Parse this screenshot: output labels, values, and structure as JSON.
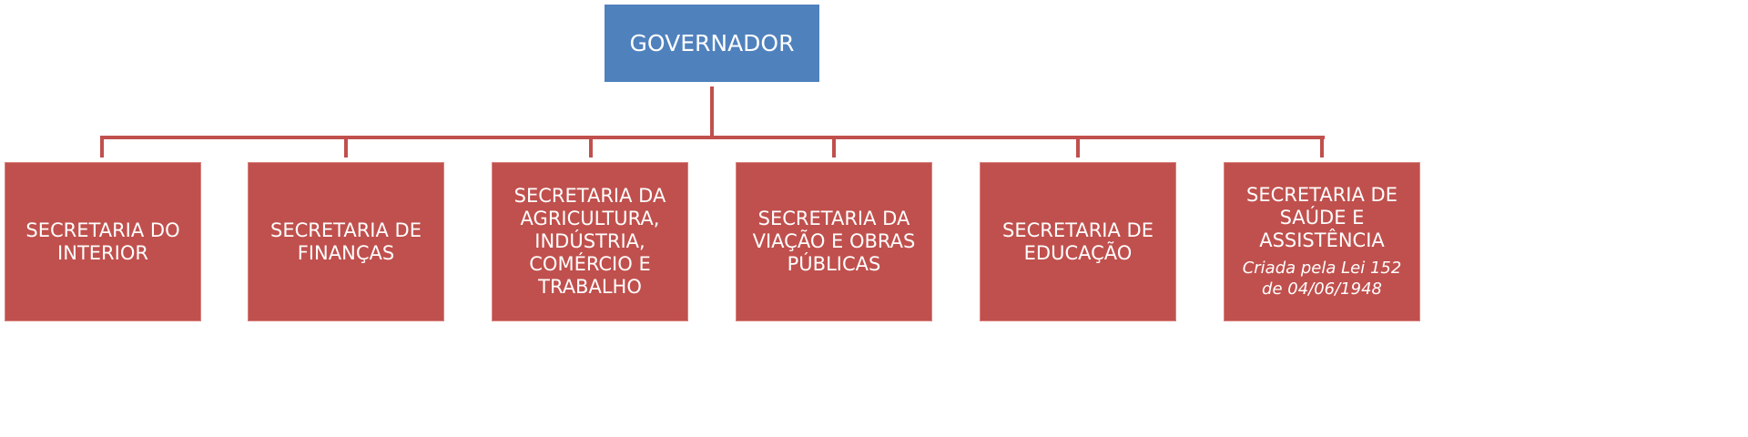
{
  "root": {
    "label": "GOVERNADOR"
  },
  "children": [
    {
      "label": "SECRETARIA DO INTERIOR"
    },
    {
      "label": "SECRETARIA DE FINANÇAS"
    },
    {
      "label": "SECRETARIA DA AGRICULTURA, INDÚSTRIA, COMÉRCIO E TRABALHO"
    },
    {
      "label": "SECRETARIA DA VIAÇÃO E OBRAS PÚBLICAS"
    },
    {
      "label": "SECRETARIA DE EDUCAÇÃO"
    },
    {
      "label": "SECRETARIA DE SAÚDE E ASSISTÊNCIA",
      "note": "Criada pela Lei 152 de 04/06/1948"
    }
  ],
  "colors": {
    "root": "#4F81BD",
    "child": "#C0504D",
    "connector": "#C0504D"
  }
}
